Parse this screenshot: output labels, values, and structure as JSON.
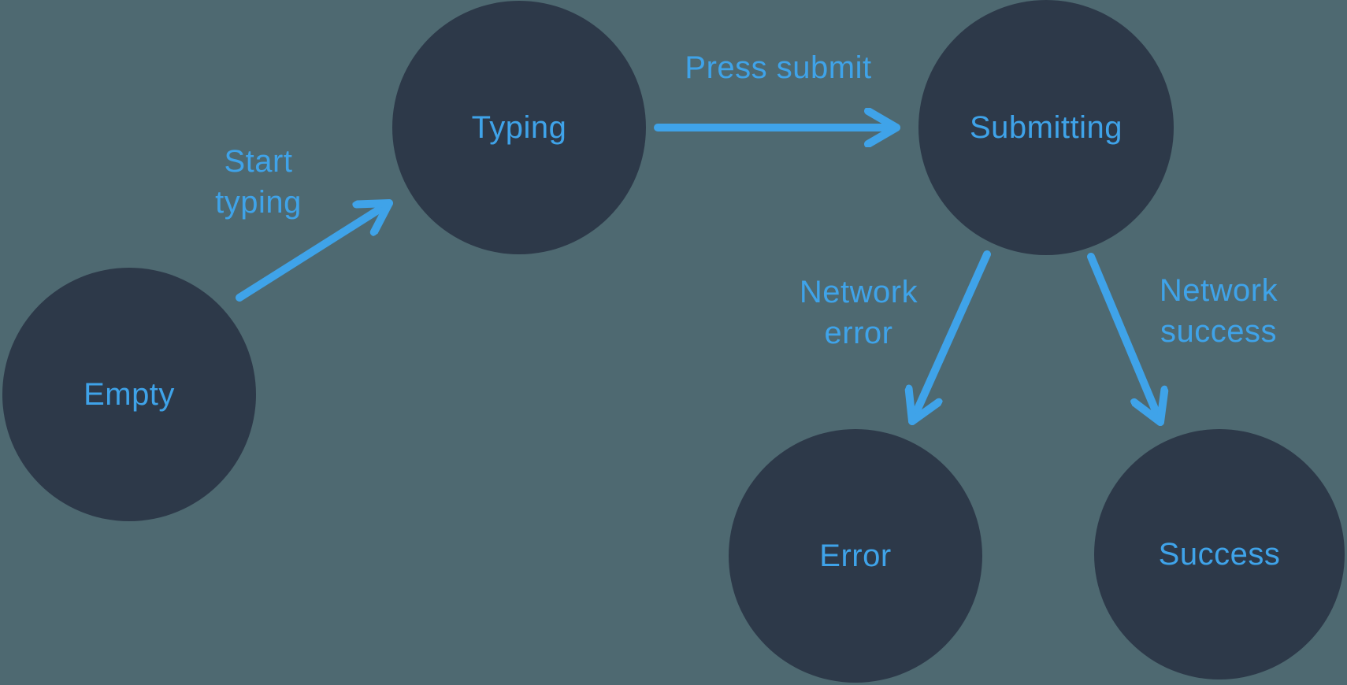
{
  "diagram": {
    "type": "state-machine-flow",
    "colors": {
      "background": "#4e6971",
      "node_fill": "#2d3949",
      "accent": "#3fa3e9"
    },
    "nodes": {
      "empty": {
        "label": "Empty"
      },
      "typing": {
        "label": "Typing"
      },
      "submitting": {
        "label": "Submitting"
      },
      "error": {
        "label": "Error"
      },
      "success": {
        "label": "Success"
      }
    },
    "edges": {
      "start_typing": {
        "from": "Empty",
        "to": "Typing",
        "label": "Start typing",
        "line1": "Start",
        "line2": "typing"
      },
      "press_submit": {
        "from": "Typing",
        "to": "Submitting",
        "label": "Press submit",
        "line1": "Press submit"
      },
      "network_error": {
        "from": "Submitting",
        "to": "Error",
        "label": "Network error",
        "line1": "Network",
        "line2": "error"
      },
      "network_success": {
        "from": "Submitting",
        "to": "Success",
        "label": "Network success",
        "line1": "Network",
        "line2": "success"
      }
    }
  }
}
